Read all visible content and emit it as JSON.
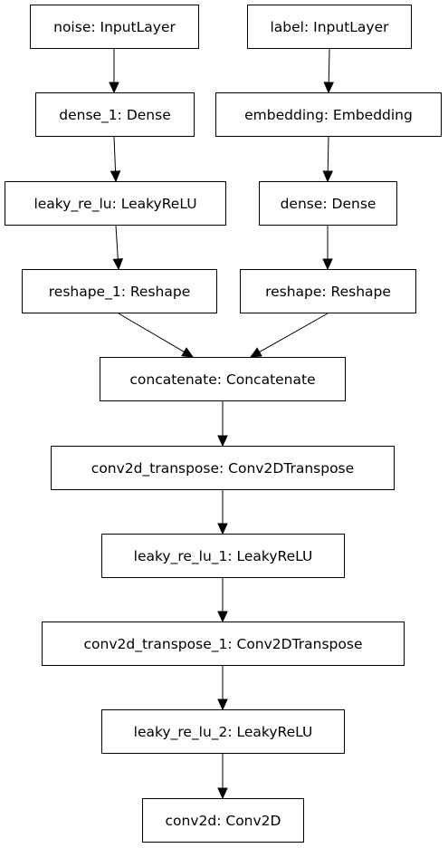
{
  "nodes": {
    "noise": "noise: InputLayer",
    "label": "label: InputLayer",
    "dense_1": "dense_1: Dense",
    "embedding": "embedding: Embedding",
    "leaky_re_lu": "leaky_re_lu: LeakyReLU",
    "dense": "dense: Dense",
    "reshape_1": "reshape_1: Reshape",
    "reshape": "reshape: Reshape",
    "concatenate": "concatenate: Concatenate",
    "conv2d_transpose": "conv2d_transpose: Conv2DTranspose",
    "leaky_re_lu_1": "leaky_re_lu_1: LeakyReLU",
    "conv2d_transpose_1": "conv2d_transpose_1: Conv2DTranspose",
    "leaky_re_lu_2": "leaky_re_lu_2: LeakyReLU",
    "conv2d": "conv2d: Conv2D"
  },
  "edges": [
    [
      "noise",
      "dense_1"
    ],
    [
      "dense_1",
      "leaky_re_lu"
    ],
    [
      "leaky_re_lu",
      "reshape_1"
    ],
    [
      "label",
      "embedding"
    ],
    [
      "embedding",
      "dense"
    ],
    [
      "dense",
      "reshape"
    ],
    [
      "reshape_1",
      "concatenate"
    ],
    [
      "reshape",
      "concatenate"
    ],
    [
      "concatenate",
      "conv2d_transpose"
    ],
    [
      "conv2d_transpose",
      "leaky_re_lu_1"
    ],
    [
      "leaky_re_lu_1",
      "conv2d_transpose_1"
    ],
    [
      "conv2d_transpose_1",
      "leaky_re_lu_2"
    ],
    [
      "leaky_re_lu_2",
      "conv2d"
    ]
  ],
  "colors": {
    "line": "#000000",
    "background": "#ffffff",
    "node_fill": "#ffffff"
  }
}
